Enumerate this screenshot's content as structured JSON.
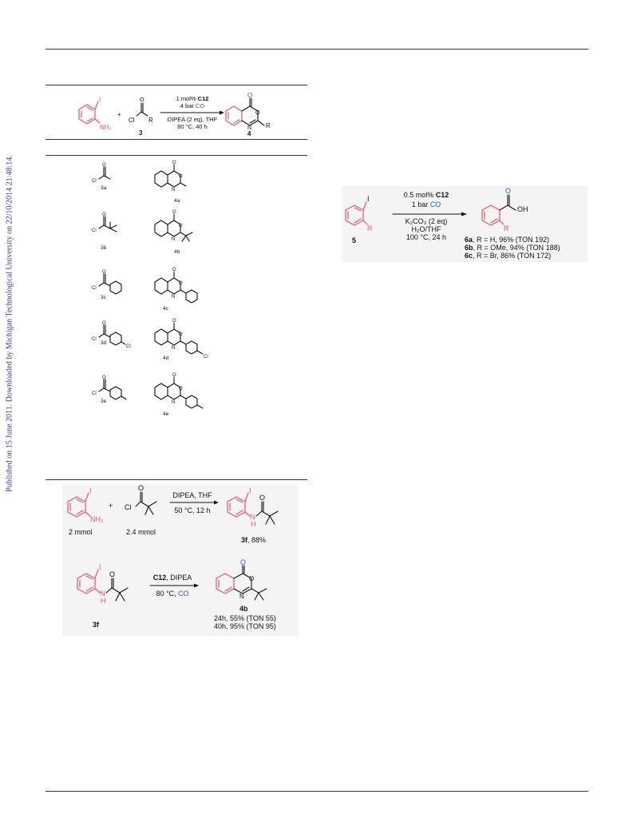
{
  "side_note": "Published on 15 June 2011. Downloaded by Michigan Technological University on 22/10/2014 21:48:14.",
  "scheme1": {
    "reagents_top": [
      "1 mol% ",
      "C12"
    ],
    "reagents_co": [
      "4 bar ",
      "CO"
    ],
    "reagents_bottom": [
      "DIPEA (2 eq), THF",
      "80 °C, 40 h"
    ],
    "label_amine": "NH₂",
    "label_iodo": "I",
    "label_cl": "Cl",
    "label_r": "R",
    "label_3": "3",
    "label_4": "4",
    "plus": "+",
    "atom_o": "O",
    "atom_n": "N"
  },
  "table": {
    "rows": [
      {
        "reagent_label": "3a",
        "product_label": "4a"
      },
      {
        "reagent_label": "3b",
        "product_label": "4b"
      },
      {
        "reagent_label": "3c",
        "product_label": "4c"
      },
      {
        "reagent_label": "3d",
        "product_label": "4d"
      },
      {
        "reagent_label": "3e",
        "product_label": "4e"
      }
    ],
    "cl": "Cl"
  },
  "scheme2": {
    "reagents_top": [
      "0.5 mol% ",
      "C12"
    ],
    "reagents_co": [
      "1 bar ",
      "CO"
    ],
    "reagents_bottom": [
      "K₂CO₃ (2 eq)",
      "H₂O/THF",
      "100 °C, 24 h"
    ],
    "label_5": "5",
    "label_i": "I",
    "label_r": "R",
    "label_oh": "OH",
    "label_r_product": "R",
    "results": [
      {
        "id": "6a",
        "text": ", R = H, 96% (TON 192)"
      },
      {
        "id": "6b",
        "text": ", R = OMe, 94% (TON 188)"
      },
      {
        "id": "6c",
        "text": ", R = Br, 86% (TON 172)"
      }
    ]
  },
  "scheme3": {
    "amount_amine": "2 mmol",
    "amount_acyl": "2.4 mmol",
    "cond_top": "DIPEA, THF",
    "cond_bottom": "50 °C, 12 h",
    "product_3f": [
      "3f",
      ", 88%"
    ],
    "label_3f": "3f",
    "cond2_top": [
      "C12",
      ", DIPEA"
    ],
    "cond2_bottom": [
      "80 °C, ",
      "CO"
    ],
    "label_4b": "4b",
    "yields": [
      "24h, 55% (TON 55)",
      "40h, 95% (TON 95)"
    ],
    "atom_nh": "N",
    "atom_h": "H",
    "atom_o": "O",
    "atom_i": "I",
    "atom_cl": "Cl",
    "atom_nh2": "NH₂",
    "plus": "+"
  },
  "colors": {
    "accent_red": "#e2566a",
    "accent_blue": "#3a56c8",
    "link_blue": "#2e3a9e"
  }
}
